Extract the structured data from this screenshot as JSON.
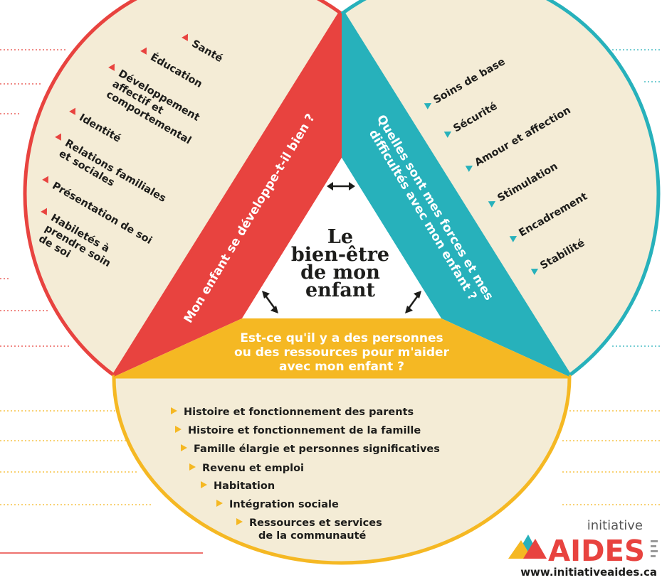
{
  "center": {
    "lines": [
      "Le",
      "bien-être",
      "de mon",
      "enfant"
    ]
  },
  "questions": {
    "left": "Mon enfant se développe-t-il bien ?",
    "right_line1": "Quelles sont mes forces et mes",
    "right_line2": "difficultés avec mon enfant ?",
    "bottom_line1": "Est-ce qu'il y a des personnes",
    "bottom_line2": "ou des ressources pour m'aider",
    "bottom_line3": "avec mon enfant ?"
  },
  "left_items": [
    [
      "Santé"
    ],
    [
      "Éducation"
    ],
    [
      "Développement",
      "affectif et",
      "comportemental"
    ],
    [
      "Identité"
    ],
    [
      "Relations familiales",
      "et sociales"
    ],
    [
      "Présentation de soi"
    ],
    [
      "Habiletés à",
      "prendre soin",
      "de soi"
    ]
  ],
  "right_items": [
    "Soins de base",
    "Sécurité",
    "Amour et affection",
    "Stimulation",
    "Encadrement",
    "Stabilité"
  ],
  "bottom_items": [
    [
      "Histoire et fonctionnement des parents"
    ],
    [
      "Histoire et fonctionnement de la famille"
    ],
    [
      "Famille élargie et personnes significatives"
    ],
    [
      "Revenu et emploi"
    ],
    [
      "Habitation"
    ],
    [
      "Intégration sociale"
    ],
    [
      "Ressources et services",
      "de la communauté"
    ]
  ],
  "logo": {
    "word": "initiative",
    "name": "AIDES",
    "url": "www.initiativeaides.ca"
  },
  "colors": {
    "red": "#e8433f",
    "teal": "#27b1bb",
    "yellow": "#f5b823",
    "cream": "#f4ecd6",
    "dark": "#1d1d1b"
  }
}
